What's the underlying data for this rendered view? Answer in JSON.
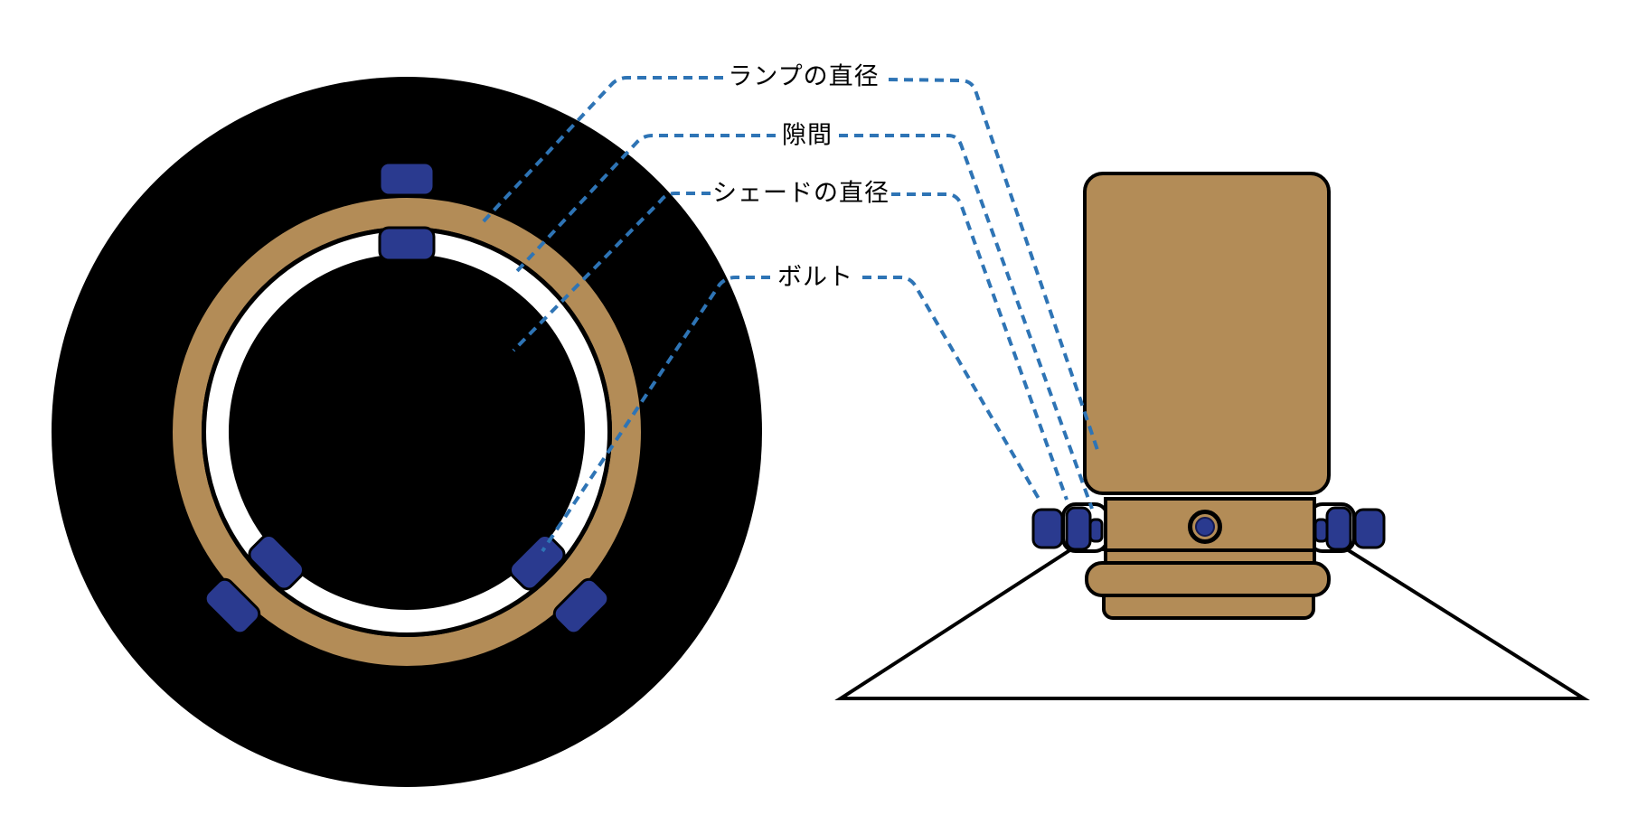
{
  "labels": {
    "lamp_diameter": "ランプの直径",
    "gap": "隙間",
    "shade_diameter": "シェードの直径",
    "bolt": "ボルト"
  },
  "colors": {
    "tan": "#b38c57",
    "navy": "#2a3a8f",
    "leader": "#2e74b5",
    "ink": "#000000",
    "bg": "#ffffff"
  }
}
